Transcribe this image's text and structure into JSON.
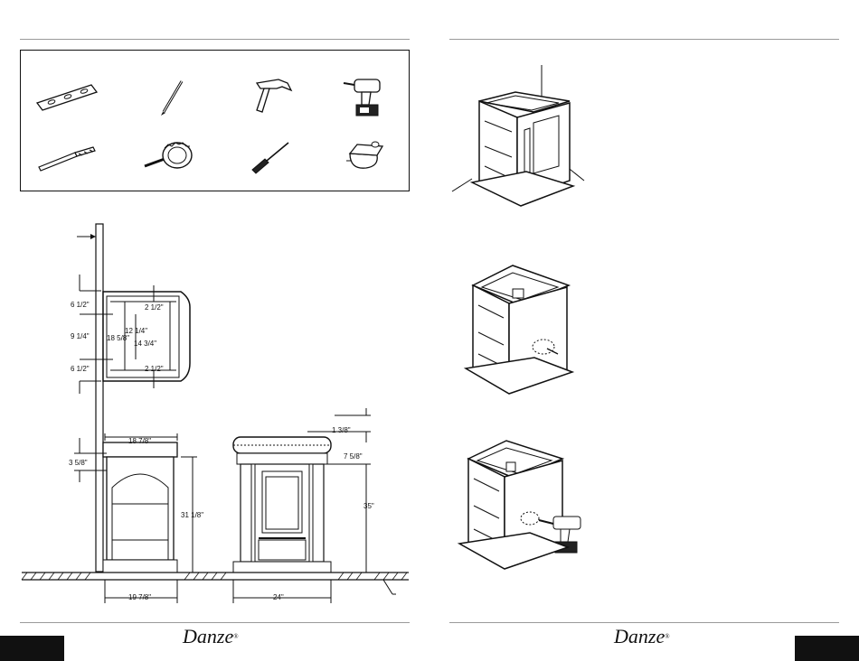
{
  "brand": {
    "left_logo": "Danze",
    "right_logo": "Danze",
    "trademark": "®"
  },
  "tools": [
    {
      "icon": "level-icon"
    },
    {
      "icon": "pencil-icon"
    },
    {
      "icon": "hammer-icon"
    },
    {
      "icon": "cordless-drill-icon"
    },
    {
      "icon": "drill-bit-icon"
    },
    {
      "icon": "hole-saw-icon"
    },
    {
      "icon": "screwdriver-icon"
    },
    {
      "icon": "tape-measure-icon"
    }
  ],
  "dimensions": {
    "top_view": {
      "d6_top": "6 1/2\"",
      "d2_top": "2 1/2\"",
      "d12": "12 1/4\"",
      "d9": "9 1/4\"",
      "d18": "18 5/8\"",
      "d14": "14 3/4\"",
      "d6_bottom": "6 1/2\"",
      "d2_bottom": "2 1/2\""
    },
    "side_view": {
      "d18_7": "18 7/8\"",
      "d3_5": "3 5/8\"",
      "d31": "31 1/8\"",
      "d19": "19 7/8\""
    },
    "front_view": {
      "d1_3": "1 3/8\"",
      "d7_5": "7 5/8\"",
      "d35": "35\"",
      "d24": "24\""
    }
  }
}
